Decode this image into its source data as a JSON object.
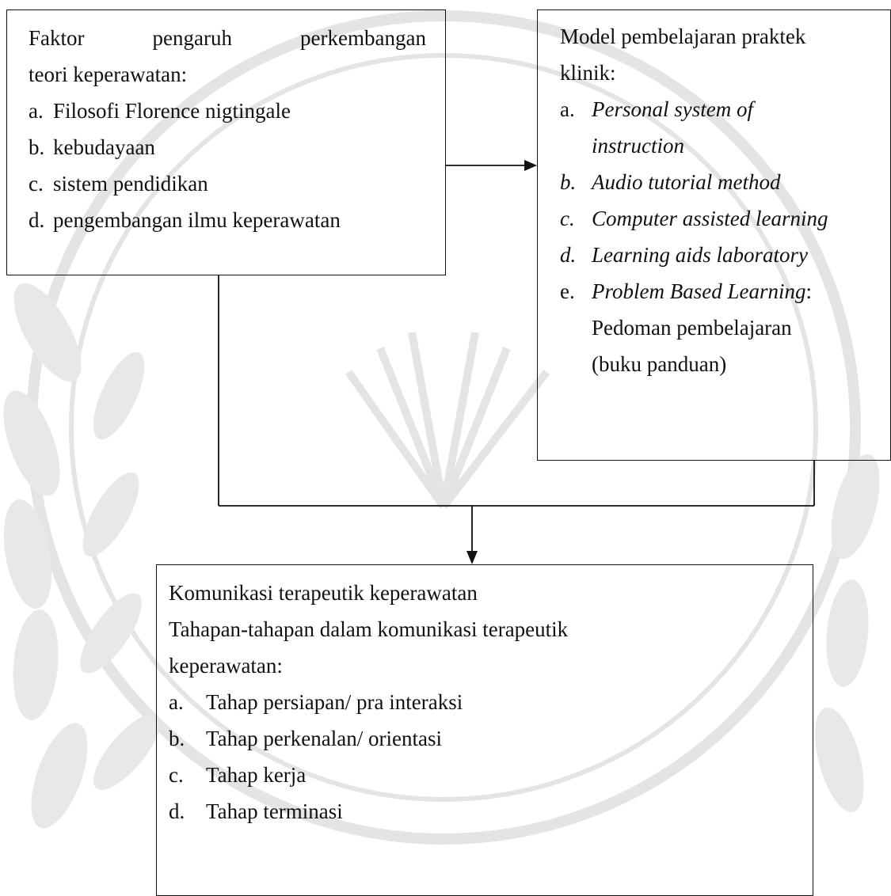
{
  "boxes": {
    "factors": {
      "title_line1": "Faktor pengaruh perkembangan",
      "title_line2": "teori keperawatan:",
      "items": [
        {
          "marker": "a.",
          "text": "Filosofi Florence nigtingale"
        },
        {
          "marker": "b.",
          "text": "kebudayaan"
        },
        {
          "marker": "c.",
          "text": "sistem pendidikan"
        },
        {
          "marker": "d.",
          "text": "pengembangan ilmu keperawatan"
        }
      ]
    },
    "models": {
      "title_line1": "Model pembelajaran praktek",
      "title_line2": "klinik:",
      "items": [
        {
          "marker": "a.",
          "text": "Personal system of",
          "cont": "instruction"
        },
        {
          "marker": "b.",
          "text": "Audio tutorial method"
        },
        {
          "marker": "c.",
          "text": "Computer assisted learning"
        },
        {
          "marker": "d.",
          "text": "Learning aids laboratory"
        },
        {
          "marker": "e.",
          "text": "Problem Based Learning",
          "suffix": ":",
          "cont1": "Pedoman pembelajaran",
          "cont2": "(buku panduan)"
        }
      ]
    },
    "communication": {
      "line1": "Komunikasi terapeutik keperawatan",
      "line2": "Tahapan-tahapan dalam komunikasi terapeutik",
      "line3": "keperawatan:",
      "items": [
        {
          "marker": "a.",
          "text": "Tahap persiapan/ pra interaksi"
        },
        {
          "marker": "b.",
          "text": "Tahap perkenalan/ orientasi"
        },
        {
          "marker": "c.",
          "text": "Tahap kerja"
        },
        {
          "marker": "d.",
          "text": "Tahap terminasi"
        }
      ]
    }
  },
  "colors": {
    "text": "#111111",
    "border": "#111111",
    "watermark": "#e6e6e6",
    "background": "#ffffff"
  }
}
